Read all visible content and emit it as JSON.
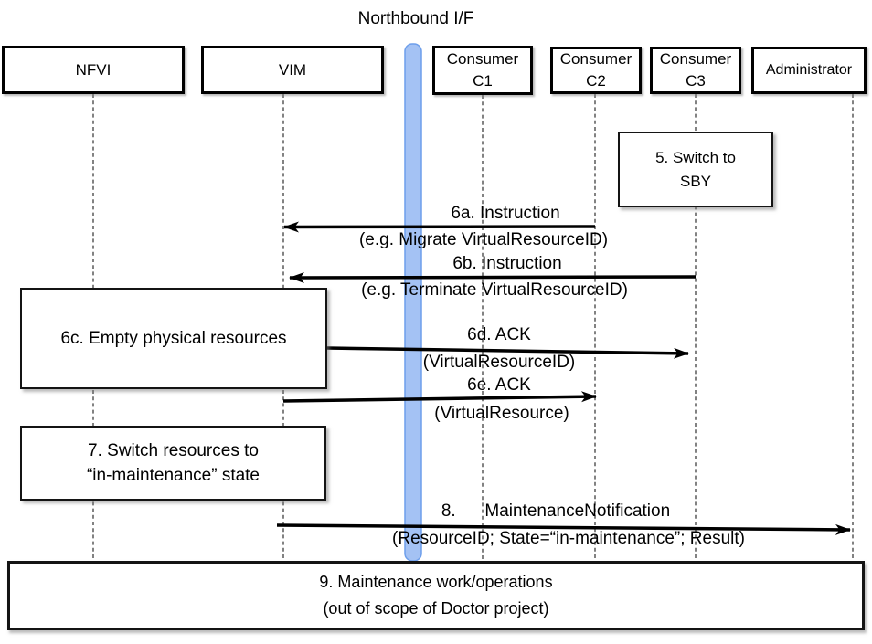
{
  "title": "Northbound I/F",
  "actors": {
    "nfvi": "NFVI",
    "vim": "VIM",
    "c1": {
      "line1": "Consumer",
      "line2": "C1"
    },
    "c2": {
      "line1": "Consumer",
      "line2": "C2"
    },
    "c3": {
      "line1": "Consumer",
      "line2": "C3"
    },
    "admin": "Administrator"
  },
  "notes": {
    "s5": {
      "line1": "5. Switch to",
      "line2": "SBY",
      "anchor": "Consumer C3"
    },
    "s6c": {
      "text": "6c. Empty physical resources",
      "anchor": "NFVI / VIM"
    },
    "s7": {
      "line1": "7. Switch resources to",
      "line2": "“in-maintenance” state",
      "anchor": "NFVI / VIM"
    },
    "s9": {
      "line1": "9. Maintenance work/operations",
      "line2": "(out of scope of Doctor project)",
      "anchor": "all"
    }
  },
  "messages": {
    "m6a": {
      "label": "6a. Instruction",
      "param": "(e.g. Migrate VirtualResourceID)",
      "from": "Consumer C2",
      "to": "VIM",
      "direction": "left"
    },
    "m6b": {
      "label": "6b. Instruction",
      "param": "(e.g. Terminate VirtualResourceID)",
      "from": "Consumer C3",
      "to": "VIM",
      "direction": "left"
    },
    "m6d": {
      "label": "6d. ACK",
      "param": "(VirtualResourceID)",
      "from": "VIM",
      "to": "Consumer C3",
      "direction": "right"
    },
    "m6e": {
      "label": "6e. ACK",
      "param": "(VirtualResource)",
      "from": "VIM",
      "to": "Consumer C2",
      "direction": "right"
    },
    "m8": {
      "label": "8.      MaintenanceNotification",
      "param": "(ResourceID; State=“in-maintenance”; Result)",
      "from": "VIM",
      "to": "Administrator",
      "direction": "right"
    }
  },
  "colors": {
    "bar_fill": "#a4c2f4",
    "bar_border": "#6d9eeb",
    "arrow": "#000000",
    "lifeline": "#4d4d4d"
  }
}
